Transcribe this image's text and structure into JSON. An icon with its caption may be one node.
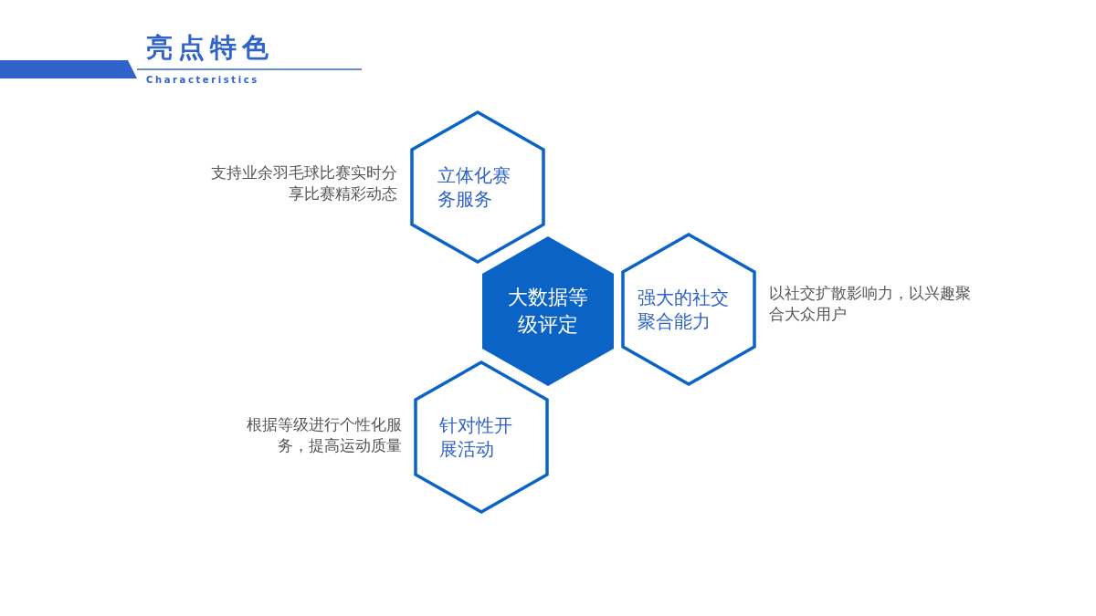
{
  "diagram": {
    "title": "亮点特色",
    "nodes": [
      {
        "text": [
          "立体化赛务服务"
        ],
        "beside": [
          "支持业余羽毛球比赛实时分享比赛精彩动态"
        ]
      },
      {
        "text": [
          "大数据等级评定"
        ]
      },
      {
        "text": [
          "强大的社交聚合能力"
        ],
        "beside": [
          "以社交扩散影响力，以兴趣聚合大众用户"
        ]
      },
      {
        "text": [
          "针对性开展活动"
        ],
        "beside": [
          "根据等级进行个性化服务，提高运动质量"
        ]
      }
    ],
    "labels": [
      "Characteristics"
    ]
  }
}
